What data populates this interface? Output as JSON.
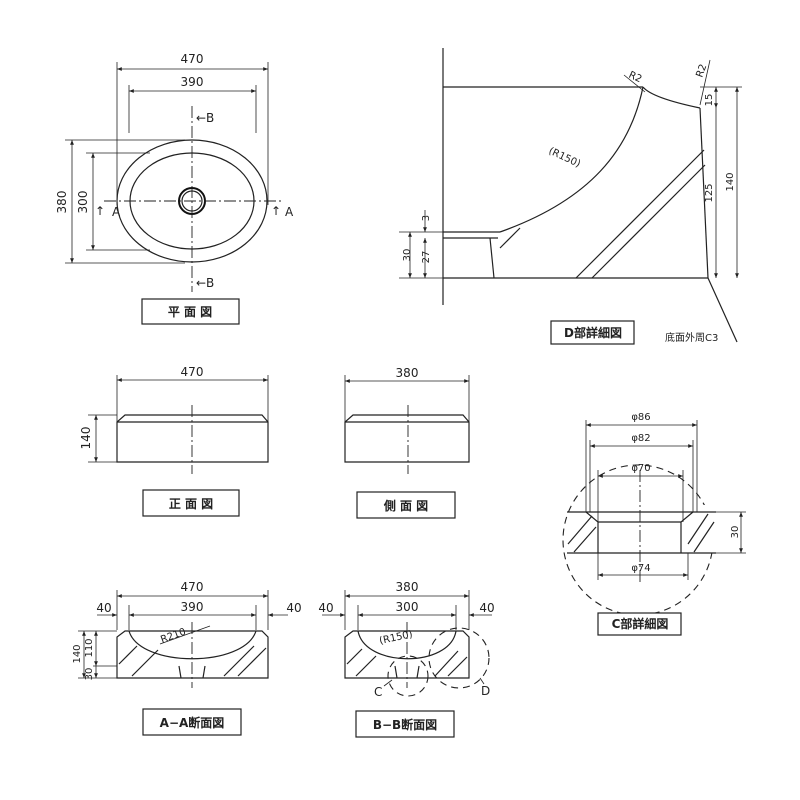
{
  "views": {
    "plan": {
      "title": "平 面 図",
      "dim_width_outer": "470",
      "dim_width_inner": "390",
      "dim_height_outer": "380",
      "dim_height_inner": "300",
      "section_b": "←B",
      "section_a": "A"
    },
    "detail_d": {
      "title": "D部詳細図",
      "note": "底面外周C3",
      "r2": "R2",
      "r150": "(R150)",
      "dim_15": "15",
      "dim_125": "125",
      "dim_140": "140",
      "dim_3": "3",
      "dim_30": "30",
      "dim_27": "27"
    },
    "front": {
      "title": "正 面 図",
      "dim_width": "470",
      "dim_height": "140"
    },
    "side": {
      "title": "側 面 図",
      "dim_width": "380"
    },
    "detail_c": {
      "title": "C部詳細図",
      "d86": "φ86",
      "d82": "φ82",
      "d70": "φ70",
      "d74": "φ74",
      "dim_30": "30"
    },
    "section_aa": {
      "title": "A−A断面図",
      "dim_outer": "470",
      "dim_inner": "390",
      "dim_left": "40",
      "dim_right": "40",
      "r": "R210",
      "dim_140": "140",
      "dim_110": "110",
      "dim_30": "30"
    },
    "section_bb": {
      "title": "B−B断面図",
      "dim_outer": "380",
      "dim_inner": "300",
      "dim_left": "40",
      "dim_right": "40",
      "r": "(R150)",
      "callout_c": "C",
      "callout_d": "D"
    }
  }
}
